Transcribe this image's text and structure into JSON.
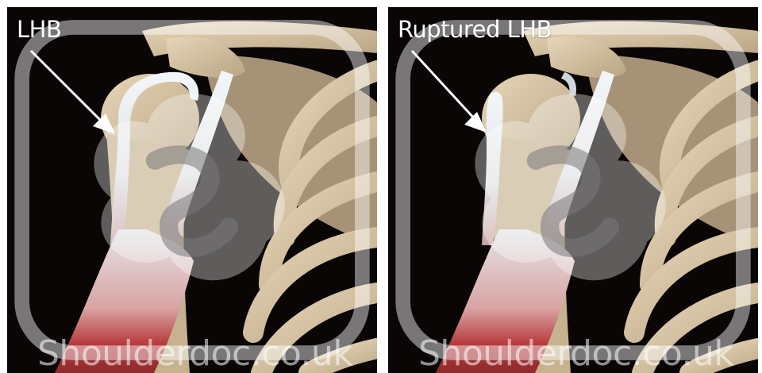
{
  "panels": [
    {
      "label": "LHB",
      "watermark": "Shoulderdoc.co.uk",
      "tendon_state": "intact"
    },
    {
      "label": "Ruptured LHB",
      "watermark": "Shoulderdoc.co.uk",
      "tendon_state": "ruptured"
    }
  ],
  "icons": {
    "arrow": "arrow-pointer-icon",
    "logo": "shoulderdoc-logo-icon"
  },
  "colors": {
    "background": "#0a0606",
    "bone": "#d9c7a6",
    "tendon": "#e8edf0",
    "muscle": "#b83a3a",
    "label_text": "#ffffff"
  }
}
